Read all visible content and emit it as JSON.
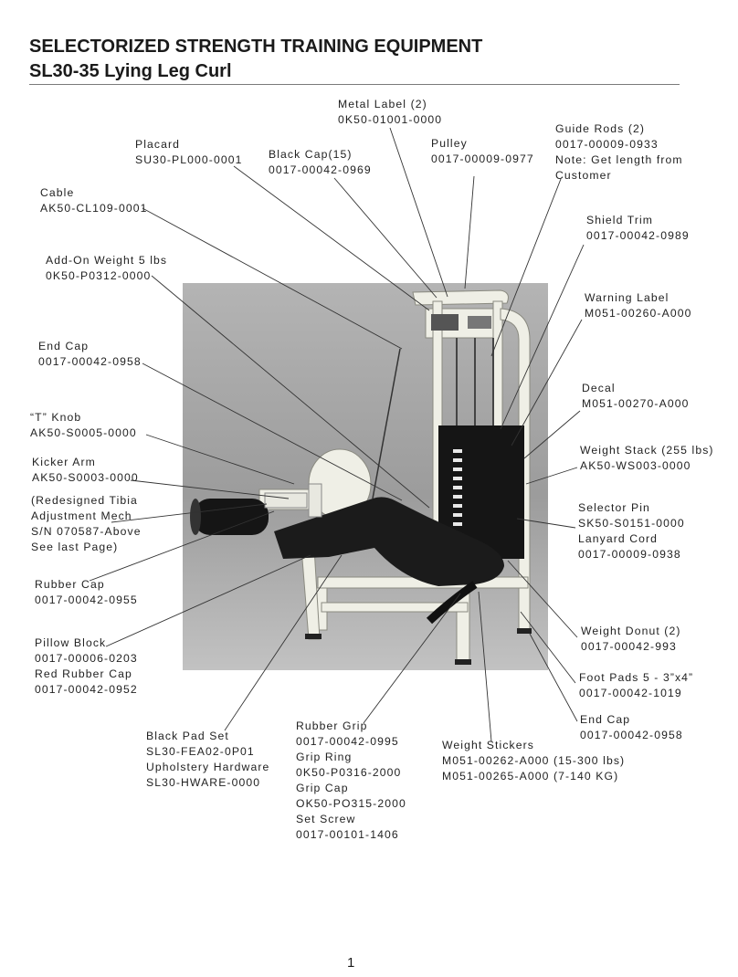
{
  "header": {
    "title": "SELECTORIZED STRENGTH TRAINING EQUIPMENT",
    "subtitle": "SL30-35 Lying Leg Curl"
  },
  "callouts": {
    "metal_label": [
      "Metal Label (2)",
      "0K50-01001-0000"
    ],
    "placard": [
      "Placard",
      "SU30-PL000-0001"
    ],
    "black_cap": [
      "Black Cap(15)",
      "0017-00042-0969"
    ],
    "pulley": [
      "Pulley",
      "0017-00009-0977"
    ],
    "guide_rods": [
      "Guide Rods (2)",
      "0017-00009-0933",
      "Note: Get length from",
      "Customer"
    ],
    "cable": [
      "Cable",
      "AK50-CL109-0001"
    ],
    "shield_trim": [
      "Shield Trim",
      "0017-00042-0989"
    ],
    "add_on_weight": [
      "Add-On Weight 5 lbs",
      "0K50-P0312-0000"
    ],
    "warning_label": [
      "Warning Label",
      "M051-00260-A000"
    ],
    "end_cap_top": [
      "End Cap",
      "0017-00042-0958"
    ],
    "decal": [
      "Decal",
      "M051-00270-A000"
    ],
    "t_knob": [
      "“T” Knob",
      "AK50-S0005-0000"
    ],
    "weight_stack": [
      "Weight Stack (255 lbs)",
      "AK50-WS003-0000"
    ],
    "kicker_arm": [
      "Kicker Arm",
      "AK50-S0003-0000"
    ],
    "tibia": [
      "(Redesigned Tibia",
      "Adjustment Mech",
      "S/N 070587-Above",
      "See last Page)"
    ],
    "selector_pin": [
      "Selector Pin",
      "SK50-S0151-0000",
      "Lanyard Cord",
      "0017-00009-0938"
    ],
    "rubber_cap": [
      "Rubber Cap",
      "0017-00042-0955"
    ],
    "pillow_block": [
      "Pillow Block",
      "0017-00006-0203",
      "Red Rubber Cap",
      "0017-00042-0952"
    ],
    "weight_donut": [
      "Weight Donut (2)",
      "0017-00042-993"
    ],
    "foot_pads": [
      "Foot Pads 5 - 3”x4”",
      "0017-00042-1019"
    ],
    "end_cap_bottom": [
      "End Cap",
      "0017-00042-0958"
    ],
    "black_pad_set": [
      "Black Pad Set",
      "SL30-FEA02-0P01",
      "Upholstery Hardware",
      "SL30-HWARE-0000"
    ],
    "rubber_grip": [
      "Rubber Grip",
      "0017-00042-0995",
      "Grip Ring",
      "0K50-P0316-2000",
      "Grip Cap",
      "OK50-PO315-2000",
      "Set Screw",
      "0017-00101-1406"
    ],
    "weight_stickers": [
      "Weight Stickers",
      "M051-00262-A000 (15-300 lbs)",
      "M051-00265-A000 (7-140 KG)"
    ]
  },
  "page_number": "1"
}
